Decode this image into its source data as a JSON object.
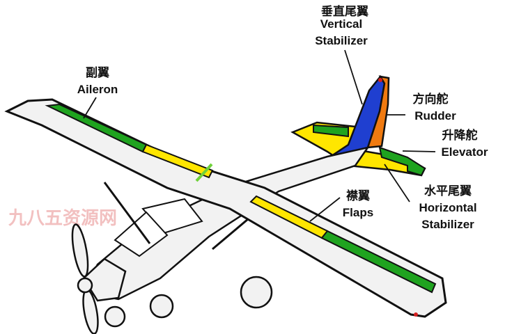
{
  "labels": {
    "vertical_stabilizer": {
      "zh": "垂直尾翼",
      "en_line1": "Vertical",
      "en_line2": "Stabilizer"
    },
    "aileron": {
      "zh": "副翼",
      "en": "Aileron"
    },
    "rudder": {
      "zh": "方向舵",
      "en": "Rudder"
    },
    "elevator": {
      "zh": "升降舵",
      "en": "Elevator"
    },
    "flaps": {
      "zh": "襟翼",
      "en": "Flaps"
    },
    "horizontal_stabilizer": {
      "zh": "水平尾翼",
      "en_line1": "Horizontal",
      "en_line2": "Stabilizer"
    }
  },
  "watermark": "九八五资源网",
  "colors": {
    "aileron": "#1fa31f",
    "flap": "#ffe600",
    "vertical_stabilizer": "#1f3fd0",
    "rudder": "#f07a10",
    "horizontal_stabilizer": "#ffe600",
    "elevator": "#1fa31f",
    "airframe": "#f2f2f2",
    "outline": "#111111"
  }
}
